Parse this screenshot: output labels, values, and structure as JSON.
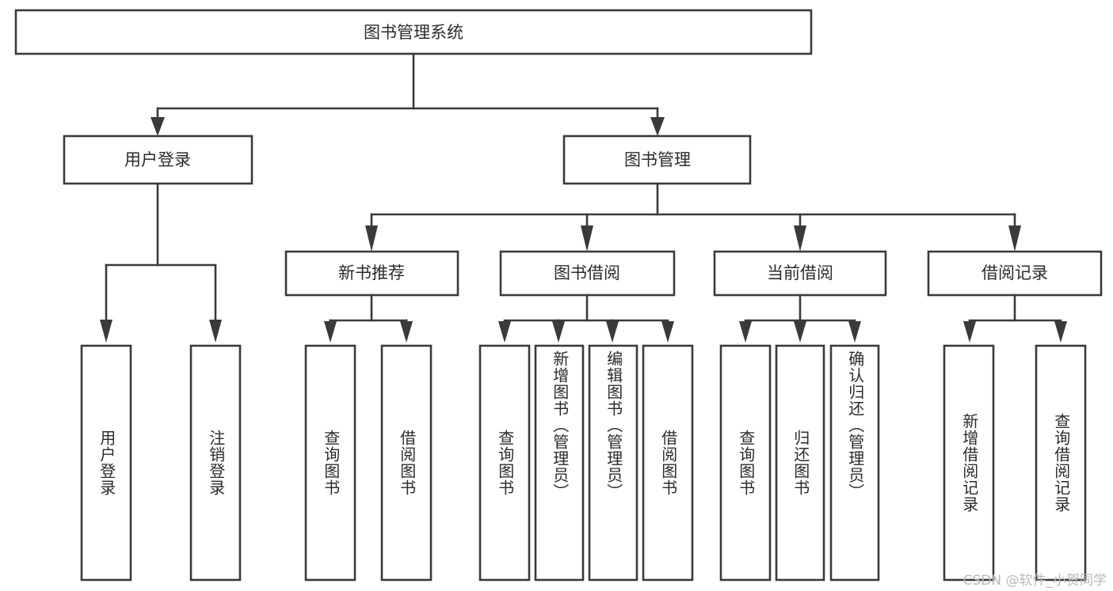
{
  "diagram": {
    "type": "tree-hierarchy",
    "title": "图书管理系统",
    "orientation": "top-down",
    "colors": {
      "box_fill": "#ffffff",
      "box_stroke": "#3a3a3a",
      "text": "#2b2b2b",
      "background": "#ffffff",
      "watermark": "#b9b9b9"
    },
    "levels": 3
  },
  "root": {
    "label": "图书管理系统"
  },
  "level2": [
    {
      "label": "用户登录"
    },
    {
      "label": "图书管理"
    }
  ],
  "level3": [
    {
      "label": "新书推荐"
    },
    {
      "label": "图书借阅"
    },
    {
      "label": "当前借阅"
    },
    {
      "label": "借阅记录"
    }
  ],
  "leaves": {
    "user_login": [
      {
        "label": "用户登录"
      },
      {
        "label": "注销登录"
      }
    ],
    "new_book_recommend": [
      {
        "label": "查询图书"
      },
      {
        "label": "借阅图书"
      }
    ],
    "book_borrow": [
      {
        "label": "查询图书"
      },
      {
        "label": "新增图书（管理员）"
      },
      {
        "label": "编辑图书（管理员）"
      },
      {
        "label": "借阅图书"
      }
    ],
    "current_borrow": [
      {
        "label": "查询图书"
      },
      {
        "label": "归还图书"
      },
      {
        "label": "确认归还（管理员）"
      }
    ],
    "borrow_record": [
      {
        "label": "新增借阅记录"
      },
      {
        "label": "查询借阅记录"
      }
    ]
  },
  "watermark": {
    "text": "CSDN @软件_小贺同学"
  }
}
